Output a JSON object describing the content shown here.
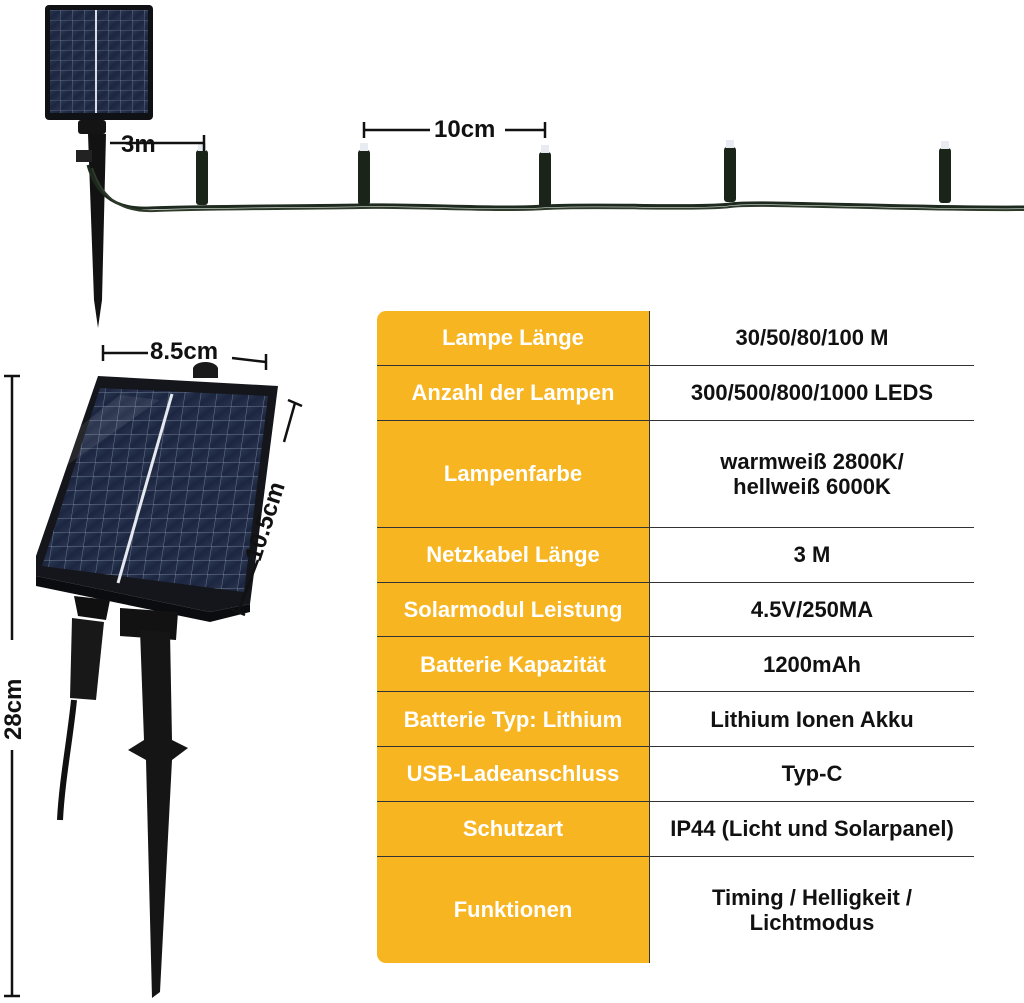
{
  "dimensions": {
    "cable_to_first_led": "3m",
    "led_spacing": "10cm",
    "panel_width": "8.5cm",
    "panel_height": "10.5cm",
    "total_height": "28cm"
  },
  "colors": {
    "label_cell": "#f7b521",
    "value_cell": "#ffffff",
    "border": "#333333",
    "panel": "#1b2233"
  },
  "specs": [
    {
      "label": "Lampe Länge",
      "value": "30/50/80/100 M"
    },
    {
      "label": "Anzahl der Lampen",
      "value": "300/500/800/1000 LEDS"
    },
    {
      "label": "Lampenfarbe",
      "value": "warmweiß 2800K/\nhellweiß 6000K"
    },
    {
      "label": "Netzkabel Länge",
      "value": "3 M"
    },
    {
      "label": "Solarmodul Leistung",
      "value": "4.5V/250MA"
    },
    {
      "label": "Batterie Kapazität",
      "value": "1200mAh"
    },
    {
      "label": "Batterie Typ: Lithium",
      "value": "Lithium Ionen Akku"
    },
    {
      "label": "USB-Ladeanschluss",
      "value": "Typ-C"
    },
    {
      "label": "Schutzart",
      "value": "IP44 (Licht und Solarpanel)"
    },
    {
      "label": "Funktionen",
      "value": "Timing / Helligkeit /\nLichtmodus"
    }
  ]
}
